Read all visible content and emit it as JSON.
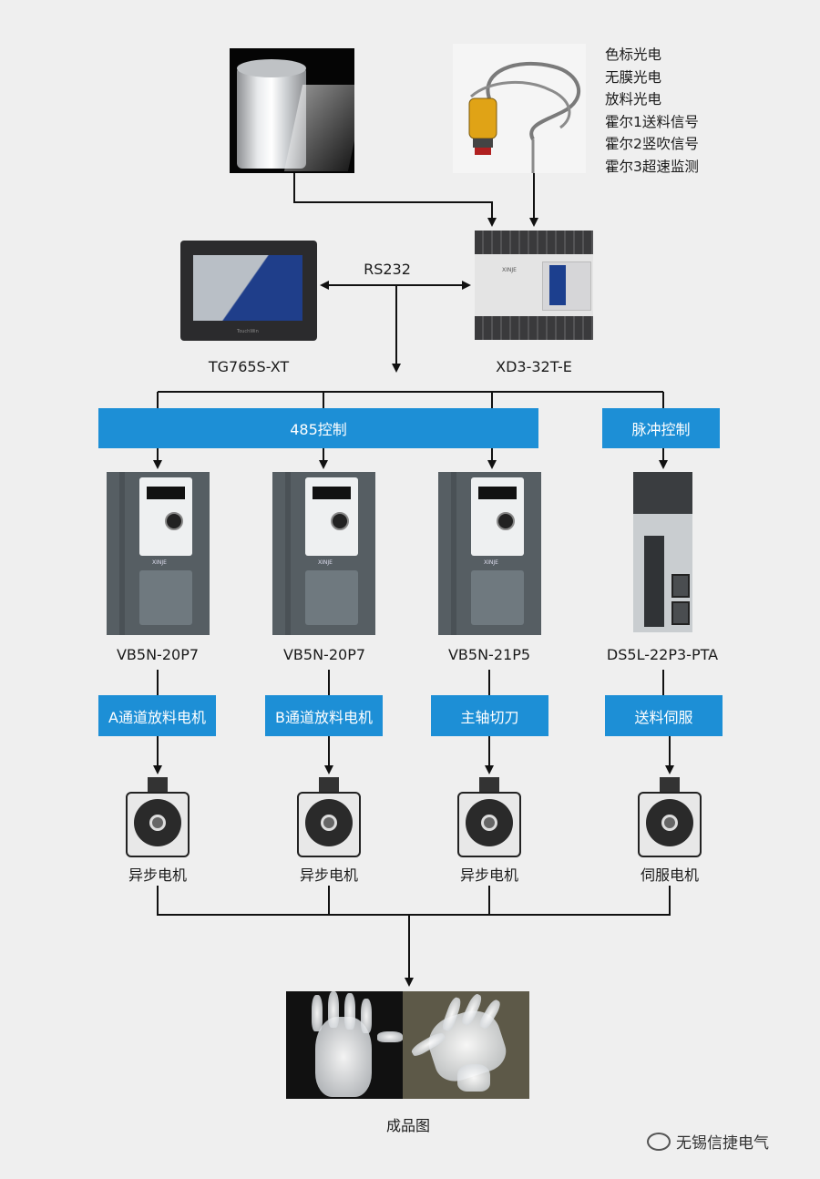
{
  "sensors": [
    "色标光电",
    "无膜光电",
    "放料光电",
    "霍尔1送料信号",
    "霍尔2竖吹信号",
    "霍尔3超速监测"
  ],
  "link_label": "RS232",
  "hmi_model": "TG765S-XT",
  "plc_model": "XD3-32T-E",
  "bus_485": "485控制",
  "bus_pulse": "脉冲控制",
  "drives": [
    {
      "model": "VB5N-20P7",
      "role": "A通道放料电机",
      "motor": "异步电机"
    },
    {
      "model": "VB5N-20P7",
      "role": "B通道放料电机",
      "motor": "异步电机"
    },
    {
      "model": "VB5N-21P5",
      "role": "主轴切刀",
      "motor": "异步电机"
    },
    {
      "model": "DS5L-22P3-PTA",
      "role": "送料伺服",
      "motor": "伺服电机"
    }
  ],
  "product_label": "成品图",
  "watermark": "无锡信捷电气",
  "colors": {
    "accent": "#1d8fd6"
  }
}
